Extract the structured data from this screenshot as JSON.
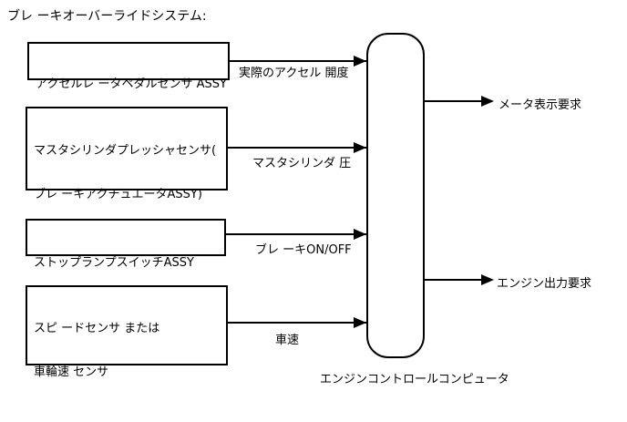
{
  "title": "ブレ ーキオーバーライドシステム:",
  "colors": {
    "line": "#000000",
    "text": "#000000",
    "background": "#ffffff"
  },
  "diagram": {
    "controller_label": "エンジンコントロールコンピュータ",
    "sources": [
      {
        "lines": [
          "アクセルレ ータペダルセンサ ASSY"
        ],
        "signal": "実際のアクセル 開度"
      },
      {
        "lines": [
          "マスタシリンダプレッシャセンサ(",
          "ブレ ーキアクチュエータASSY)"
        ],
        "signal": "マスタシリンダ 圧"
      },
      {
        "lines": [
          "ストップランプスイッチASSY"
        ],
        "signal": "ブレ ーキON/OFF"
      },
      {
        "lines": [
          "スピ ードセンサ または",
          "車輪速 センサ"
        ],
        "signal": "車速"
      }
    ],
    "outputs": [
      {
        "label": "メータ表示要求"
      },
      {
        "label": "エンジン出力要求"
      }
    ]
  }
}
